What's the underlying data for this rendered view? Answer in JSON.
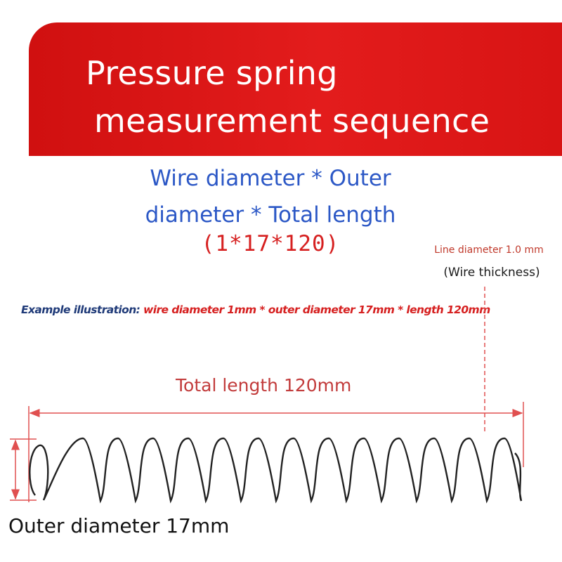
{
  "banner": {
    "title_line1": "Pressure spring",
    "title_line2": "measurement sequence"
  },
  "subtitle": {
    "line1": "Wire diameter * Outer",
    "line2": "diameter * Total length",
    "formula": "(1*17*120)"
  },
  "wire_note": {
    "line_diameter": "Line diameter 1.0 mm",
    "wire_thickness": "(Wire thickness)"
  },
  "example": {
    "label": "Example illustration:",
    "value": "wire diameter 1mm * outer diameter 17mm * length 120mm"
  },
  "dimensions": {
    "total_length": "Total length 120mm",
    "outer_diameter": "Outer diameter 17mm"
  },
  "colors": {
    "banner_red": "#e31c1c",
    "blue_text": "#2c58c6",
    "red_text": "#d62020",
    "dimension_line": "#e05050"
  }
}
